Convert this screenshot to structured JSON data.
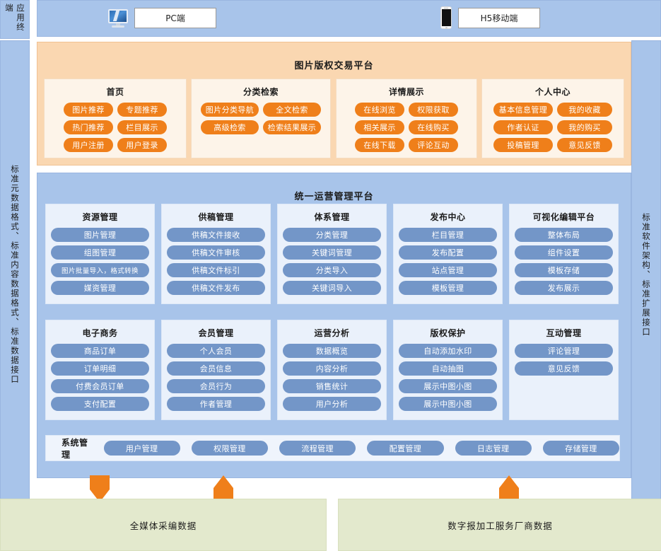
{
  "rails": {
    "top_left_label": "应用终端",
    "left_label": "标准元数据格式、标准内容数据格式、标准数据接口",
    "right_label": "标准软件架构、标准扩展接口"
  },
  "terminals": [
    {
      "icon": "pc-monitor-icon",
      "label": "PC端"
    },
    {
      "icon": "mobile-phone-icon",
      "label": "H5移动端"
    }
  ],
  "trading_platform": {
    "title": "图片版权交易平台",
    "modules": [
      {
        "title": "首页",
        "items": [
          "图片推荐",
          "专题推荐",
          "热门推荐",
          "栏目展示",
          "用户注册",
          "用户登录"
        ]
      },
      {
        "title": "分类检索",
        "items": [
          "图片分类导航",
          "全文检索",
          "高级检索",
          "检索结果展示"
        ]
      },
      {
        "title": "详情展示",
        "items": [
          "在线浏览",
          "权限获取",
          "相关展示",
          "在线购买",
          "在线下载",
          "评论互动"
        ]
      },
      {
        "title": "个人中心",
        "items": [
          "基本信息管理",
          "我的收藏",
          "作者认证",
          "我的购买",
          "投稿管理",
          "意见反馈"
        ]
      }
    ]
  },
  "operations_platform": {
    "title": "统一运营管理平台",
    "row1": [
      {
        "title": "资源管理",
        "items": [
          "图片管理",
          "组图管理",
          "图片批量导入，格式转换",
          "媒资管理"
        ]
      },
      {
        "title": "供稿管理",
        "items": [
          "供稿文件接收",
          "供稿文件审核",
          "供稿文件标引",
          "供稿文件发布"
        ]
      },
      {
        "title": "体系管理",
        "items": [
          "分类管理",
          "关键词管理",
          "分类导入",
          "关键词导入"
        ]
      },
      {
        "title": "发布中心",
        "items": [
          "栏目管理",
          "发布配置",
          "站点管理",
          "模板管理"
        ]
      },
      {
        "title": "可视化编辑平台",
        "items": [
          "整体布局",
          "组件设置",
          "模板存储",
          "发布展示"
        ]
      }
    ],
    "row2": [
      {
        "title": "电子商务",
        "items": [
          "商品订单",
          "订单明细",
          "付费会员订单",
          "支付配置"
        ]
      },
      {
        "title": "会员管理",
        "items": [
          "个人会员",
          "会员信息",
          "会员行为",
          "作者管理"
        ]
      },
      {
        "title": "运营分析",
        "items": [
          "数据概览",
          "内容分析",
          "销售统计",
          "用户分析"
        ]
      },
      {
        "title": "版权保护",
        "items": [
          "自动添加水印",
          "自动抽图",
          "展示中图小图",
          "展示中图小图"
        ]
      },
      {
        "title": "互动管理",
        "items": [
          "评论管理",
          "意见反馈"
        ]
      }
    ],
    "system_bar": {
      "label": "系统管理",
      "items": [
        "用户管理",
        "权限管理",
        "流程管理",
        "配置管理",
        "日志管理",
        "存储管理"
      ]
    }
  },
  "data_sources": [
    {
      "label": "全媒体采编数据"
    },
    {
      "label": "数字报加工服务厂商数据"
    }
  ],
  "colors": {
    "orange_panel": "#fad7b1",
    "orange_pill": "#ef7f1a",
    "blue_panel": "#a8c4ea",
    "blue_pill": "#7396c8",
    "green_source": "#e3e9cd",
    "arrow": "#ef7f1a"
  }
}
